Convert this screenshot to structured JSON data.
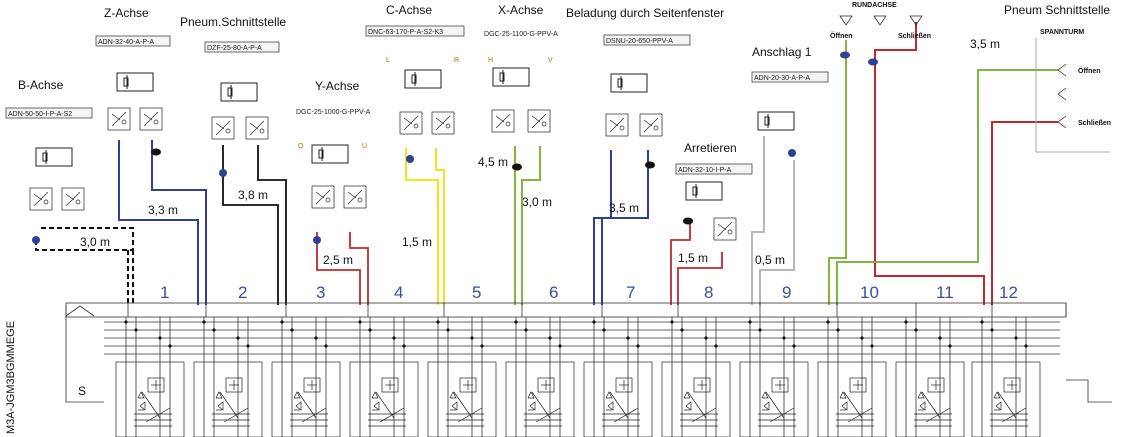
{
  "actuators": [
    {
      "name": "B-Achse",
      "code": "ADN-50-50-I-P-A-S2"
    },
    {
      "name": "Z-Achse",
      "code": "ADN-32-40-A-P-A"
    },
    {
      "name": "Pneum.Schnittstelle",
      "code": "DZF-25-80-A-P-A"
    },
    {
      "name": "Y-Achse",
      "code": "DGC-25-1000-G-PPV-A"
    },
    {
      "name": "C-Achse",
      "code": "DNC-63-170-P-A-S2-K3"
    },
    {
      "name": "X-Achse",
      "code": "DGC-25-1100-G-PPV-A"
    },
    {
      "name": "Beladung durch Seitenfenster",
      "code": "DSNU-20-650-PPV-A"
    },
    {
      "name": "Anschlag 1",
      "code": "ADN-20-30-A-P-A"
    },
    {
      "name": "Arretieren",
      "code": "ADN-32-10-I-P-A"
    }
  ],
  "lengths": [
    "3,0 m",
    "3,3 m",
    "3,8 m",
    "2,5 m",
    "1,5 m",
    "4,5 m",
    "3,0 m",
    "3,5 m",
    "1,5 m",
    "0,5 m",
    "3,5 m"
  ],
  "valve_numbers": [
    "1",
    "2",
    "3",
    "4",
    "5",
    "6",
    "7",
    "8",
    "9",
    "10",
    "11",
    "12"
  ],
  "rundachse": {
    "title": "RUNDACHSE",
    "open": "Öffnen",
    "close": "Schließen"
  },
  "spannturm": {
    "title": "Pneum Schnittstelle",
    "subtitle": "SPANNTURM",
    "open": "Öffnen",
    "close": "Schließen"
  },
  "port_labels": {
    "c_left": "L",
    "c_right": "R",
    "x_left": "H",
    "x_right": "V",
    "y_left": "O",
    "y_right": "U"
  },
  "terminal_label": "M3A-JGM3BGMMEGE",
  "s_label": "S",
  "colors": {
    "blue": "#2d3f96",
    "black": "#111111",
    "red": "#c0282d",
    "yellow": "#f2e31b",
    "green": "#7fb83a",
    "gray": "#b8b8b8",
    "number": "#3b4f9c"
  }
}
